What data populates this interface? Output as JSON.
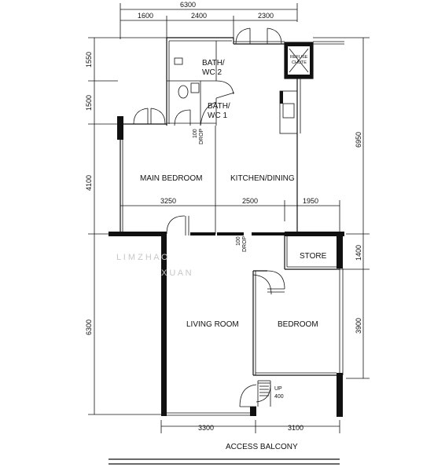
{
  "dimensions": {
    "top_total": "6300",
    "top_1": "1600",
    "top_2": "2400",
    "top_3": "2300",
    "left_1": "1550",
    "left_2": "1500",
    "left_3": "4100",
    "left_4": "6300",
    "right_1": "6950",
    "right_2": "1400",
    "right_3": "3900",
    "mid_1": "3250",
    "mid_2": "2500",
    "mid_3": "1950",
    "bottom_1": "3300",
    "bottom_2": "3100"
  },
  "rooms": {
    "bath_wc2_line1": "BATH/",
    "bath_wc2_line2": "WC 2",
    "bath_wc1_line1": "BATH/",
    "bath_wc1_line2": "WC 1",
    "refuse_line1": "REFUSE",
    "refuse_line2": "CHUTE",
    "main_bedroom": "MAIN BEDROOM",
    "kitchen_dining": "KITCHEN/DINING",
    "store": "STORE",
    "living_room": "LIVING ROOM",
    "bedroom": "BEDROOM",
    "access_balcony": "ACCESS BALCONY"
  },
  "annotations": {
    "drop_1_value": "100",
    "drop_1_label": "DROP",
    "drop_2_value": "100",
    "drop_2_label": "DROP",
    "up_label": "UP",
    "up_value": "400"
  },
  "watermark": {
    "line1": "L I M   Z H A O",
    "line2": "X U A N"
  }
}
